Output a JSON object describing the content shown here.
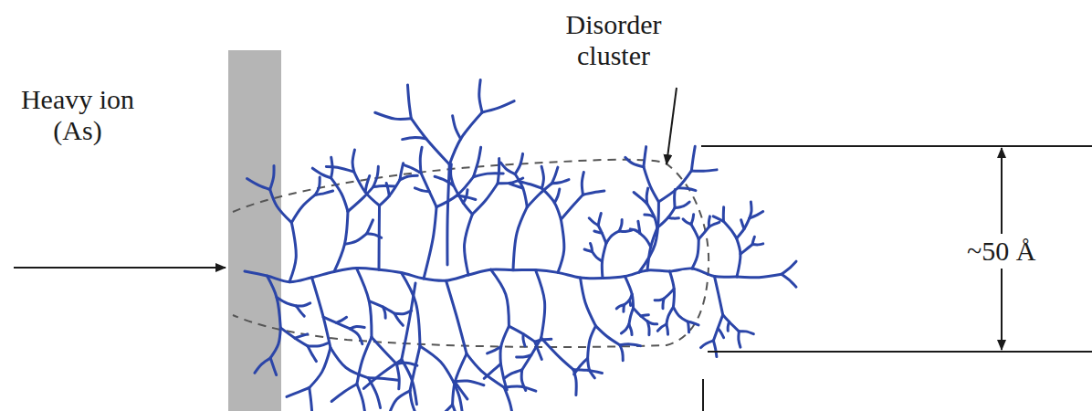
{
  "diagram": {
    "labels": [
      "Heavy ion (As)",
      "Disorder cluster",
      "~50 Å"
    ]
  }
}
